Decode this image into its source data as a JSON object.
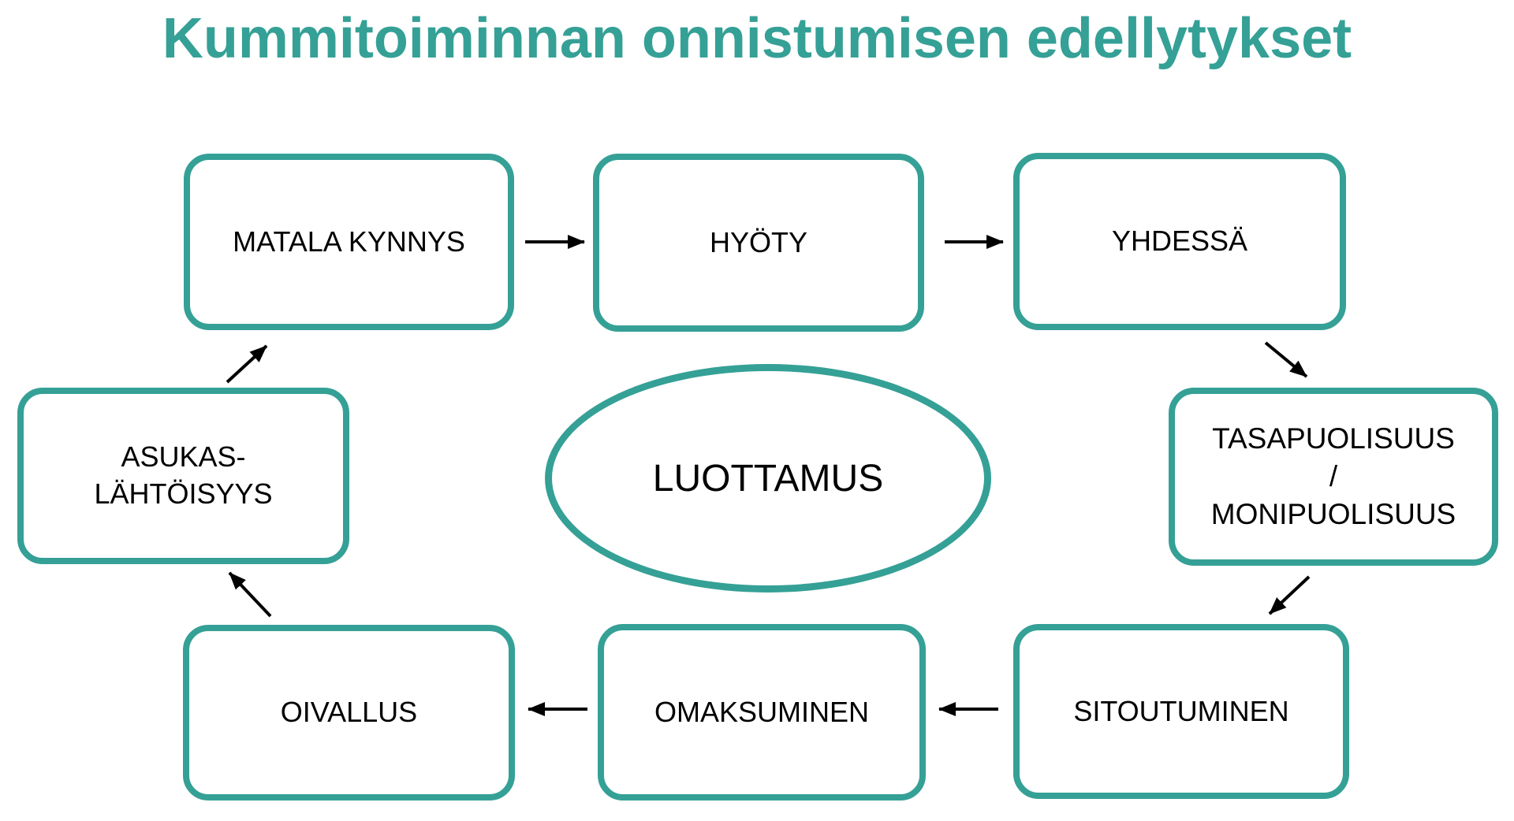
{
  "title": "Kummitoiminnan onnistumisen edellytykset",
  "colors": {
    "accent": "#35A096",
    "text": "#000000",
    "arrow": "#000000",
    "background": "#FFFFFF"
  },
  "center_node": {
    "label": "LUOTTAMUS"
  },
  "nodes": [
    {
      "id": "matala-kynnys",
      "lines": [
        "MATALA KYNNYS"
      ]
    },
    {
      "id": "hyoty",
      "lines": [
        "HYÖTY"
      ]
    },
    {
      "id": "yhdessa",
      "lines": [
        "YHDESSÄ"
      ]
    },
    {
      "id": "tasapuolisuus-monipuolisuus",
      "lines": [
        "TASAPUOLISUUS",
        "/",
        "MONIPUOLISUUS"
      ]
    },
    {
      "id": "sitoutuminen",
      "lines": [
        "SITOUTUMINEN"
      ]
    },
    {
      "id": "omaksuminen",
      "lines": [
        "OMAKSUMINEN"
      ]
    },
    {
      "id": "oivallus",
      "lines": [
        "OIVALLUS"
      ]
    },
    {
      "id": "asukaslahtoisyys",
      "lines": [
        "ASUKAS-",
        "LÄHTÖISYYS"
      ]
    }
  ],
  "edges": [
    {
      "from": "MATALA KYNNYS",
      "to": "HYÖTY"
    },
    {
      "from": "HYÖTY",
      "to": "YHDESSÄ"
    },
    {
      "from": "YHDESSÄ",
      "to": "TASAPUOLISUUS / MONIPUOLISUUS"
    },
    {
      "from": "TASAPUOLISUUS / MONIPUOLISUUS",
      "to": "SITOUTUMINEN"
    },
    {
      "from": "SITOUTUMINEN",
      "to": "OMAKSUMINEN"
    },
    {
      "from": "OMAKSUMINEN",
      "to": "OIVALLUS"
    },
    {
      "from": "OIVALLUS",
      "to": "ASUKAS-LÄHTÖISYYS"
    },
    {
      "from": "ASUKAS-LÄHTÖISYYS",
      "to": "MATALA KYNNYS"
    }
  ]
}
